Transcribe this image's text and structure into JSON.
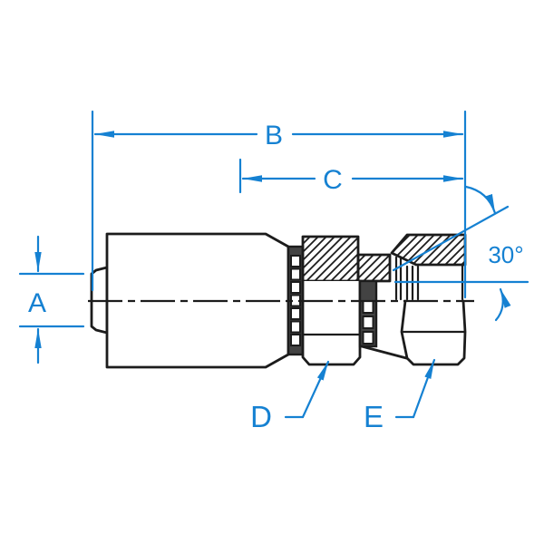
{
  "figure": {
    "type": "engineering-dimension-drawing",
    "subject": "hydraulic-hose-crimp-fitting-female-swivel-side-view",
    "dimension_labels": {
      "a": "A",
      "b": "B",
      "c": "C",
      "d": "D",
      "e": "E"
    },
    "angle_label": "30°",
    "colors": {
      "dimension_blue": "#1581d2",
      "drawing_black": "#1c1c1c",
      "background": "#ffffff"
    }
  }
}
